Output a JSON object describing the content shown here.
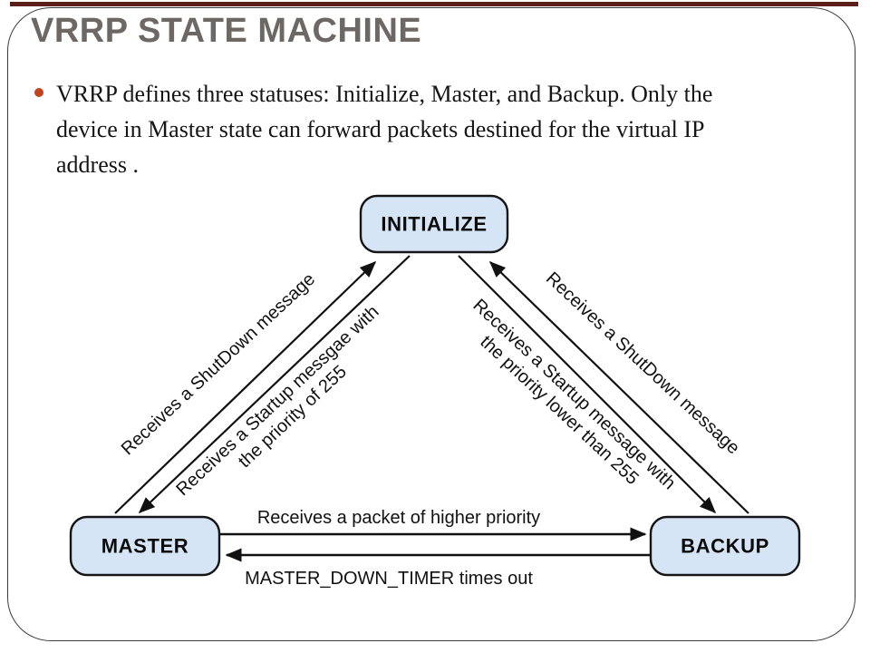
{
  "slide": {
    "title": "VRRP STATE MACHINE",
    "bullet_lines": [
      "VRRP defines three statuses: Initialize, Master, and Backup. Only the",
      "device in Master state can forward packets destined for the virtual IP",
      "address ."
    ]
  },
  "diagram": {
    "states": {
      "initialize": "INITIALIZE",
      "master": "MASTER",
      "backup": "BACKUP"
    },
    "transitions": {
      "master_to_initialize": {
        "label": "Receives a ShutDown message"
      },
      "initialize_to_master": {
        "line1": "Receives a Startup messgae with",
        "line2": "the priority of 255"
      },
      "backup_to_initialize": {
        "label": "Receives a ShutDown message"
      },
      "initialize_to_backup": {
        "line1": "Receives a Startup message with",
        "line2": "the priority lower than 255"
      },
      "master_to_backup": {
        "label": "Receives a packet of higher priority"
      },
      "backup_to_master": {
        "label": "MASTER_DOWN_TIMER times out"
      }
    }
  },
  "colors": {
    "accent_bar": "#5a1f18",
    "bullet": "#c2431f",
    "title_text": "#6e6864",
    "state_fill": "#d6e5f6",
    "state_border": "#151515"
  }
}
